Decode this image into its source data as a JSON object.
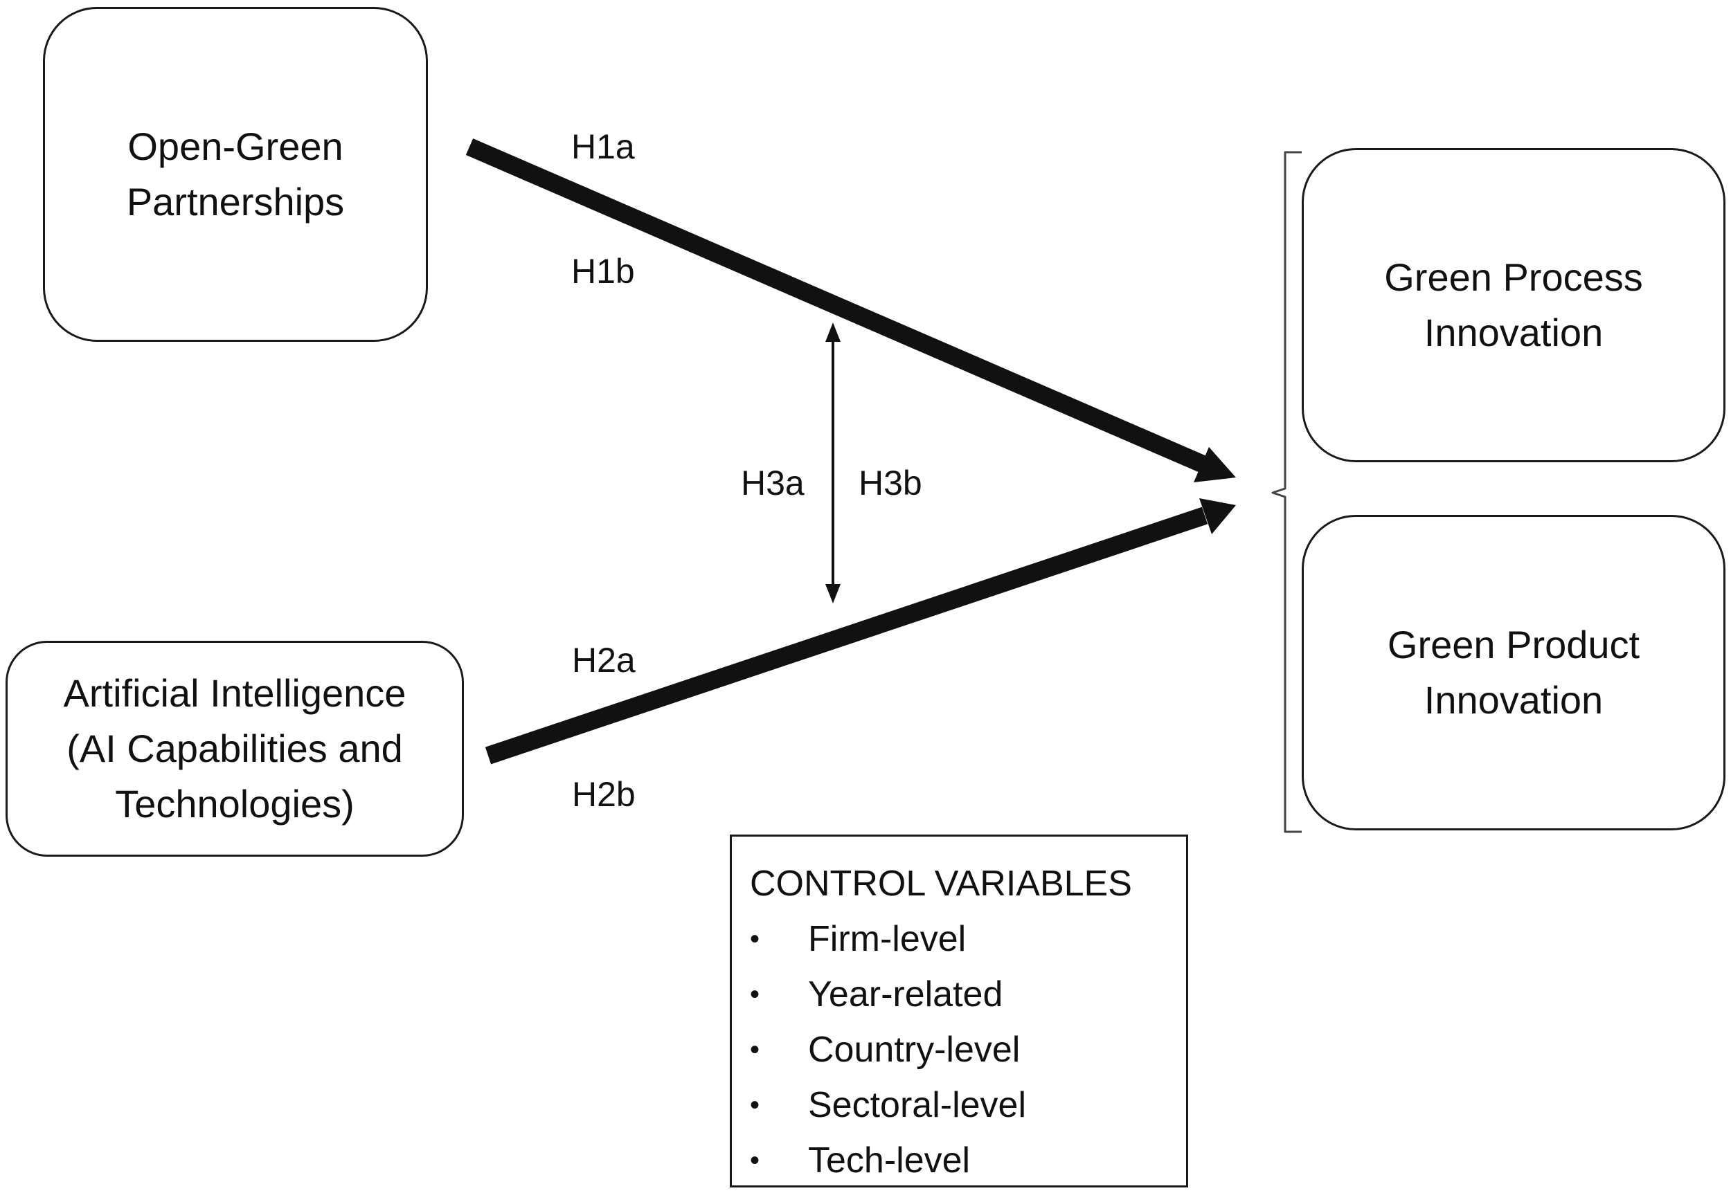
{
  "nodes": {
    "open_green": "Open-Green\nPartnerships",
    "ai": "Artificial Intelligence\n(AI Capabilities and\nTechnologies)",
    "green_process": "Green Process\nInnovation",
    "green_product": "Green Product\nInnovation"
  },
  "hypotheses": {
    "h1a": "H1a",
    "h1b": "H1b",
    "h2a": "H2a",
    "h2b": "H2b",
    "h3a": "H3a",
    "h3b": "H3b"
  },
  "control": {
    "title": "CONTROL VARIABLES",
    "items": [
      "Firm-level",
      "Year-related",
      "Country-level",
      "Sectoral-level",
      "Tech-level"
    ]
  },
  "colors": {
    "stroke": "#111111"
  }
}
